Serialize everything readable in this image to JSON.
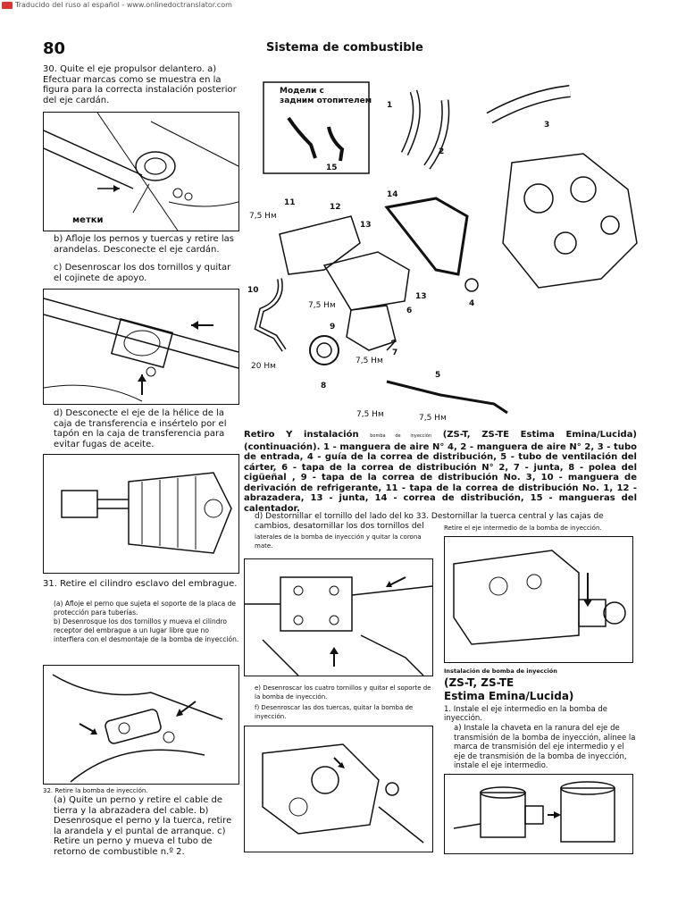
{
  "banner": {
    "text": "Traducido del ruso al español - www.onlinedoctranslator.com"
  },
  "header": {
    "page_number": "80",
    "title": "Sistema de combustible"
  },
  "left": {
    "s30_intro": "30. Quite el eje propulsor delantero. a) Efectuar marcas como se muestra en la figura para la correcta instalación posterior del eje cardán.",
    "fig1_label": "метки",
    "s30_b": "b) Afloje los pernos y tuercas y retire las arandelas. Desconecte el eje cardán.",
    "s30_c": "c) Desenroscar los dos tornillos y quitar el cojinete de apoyo.",
    "s30_d": "d) Desconecte el eje de la hélice de la caja de transferencia e insértelo por el tapón en la caja de transferencia para evitar fugas de aceite.",
    "s31_title": "31. Retire el cilindro esclavo del embrague.",
    "s31_a": "(a) Afloje el perno que sujeta el soporte de la placa de protección para tuberías.",
    "s31_b": "b) Desenrosque los dos tornillos y mueva el cilindro receptor del embrague a un lugar libre que no interfiera con el desmontaje de la bomba de inyección.",
    "s32_title": "32. Retire la bomba de inyección.",
    "s32_body": "(a) Quite un perno y retire el cable de tierra y la abrazadera del cable. b) Desenrosque el perno y la tuerca, retire la arandela y el puntal de arranque. c) Retire un perno y mueva el tubo de retorno de combustible n.º 2."
  },
  "main_fig": {
    "inset_label_line1": "Модели с",
    "inset_label_line2": "задним отопителем",
    "callouts": [
      "1",
      "2",
      "3",
      "4",
      "5",
      "6",
      "7",
      "8",
      "9",
      "10",
      "11",
      "12",
      "13",
      "13",
      "14",
      "15"
    ],
    "torques": [
      "7,5 Нм",
      "7,5 Нм",
      "7,5 Нм",
      "7,5 Нм",
      "7,5 Нм",
      "20 Нм"
    ]
  },
  "main_caption": {
    "lead": "Retiro Y instalación",
    "tiny": "bomba de inyección",
    "rest": "(ZS-T, ZS-TE Estima Emina/Lucida) (continuación). 1 - manguera de aire N° 4, 2 - manguera de aire N° 2, 3 - tubo de entrada, 4 - guía de la correa de distribución, 5 - tubo de ventilación del cárter, 6 - tapa de la correa de distribución N° 2, 7 - junta, 8 - polea del cigüeñal , 9 - tapa de la correa de distribución No. 3, 10 - manguera de derivación de refrigerante, 11 - tapa de la correa de distribución No. 1, 12 - abrazadera, 13 - junta, 14 - correa de distribución, 15 - mangueras del calentador."
  },
  "middle": {
    "s_d_line": "d) Destornillar el tornillo del lado del ko 33. Destornillar la tuerca central y las cajas de cambios, desatornillar los dos tornillos del",
    "s_d_small": "laterales de la bomba de inyección y quitar la corona mate.",
    "s_e": "e) Desenroscar los cuatro tornillos y quitar el soporte de la bomba de inyección.",
    "s_f": "f) Desenroscar las dos tuercas, quitar la bomba de inyección."
  },
  "right": {
    "s33_small": "Retire el eje intermedio de la bomba de inyección.",
    "install_small": "Instalación de bomba de inyección",
    "install_heading_1": "(ZS-T, ZS-TE",
    "install_heading_2": "Estima Emina/Lucida)",
    "step1": "1. Instale el eje intermedio en la bomba de inyección.",
    "step1a": "a) Instale la chaveta en la ranura del eje de transmisión de la bomba de inyección, alinee la marca de transmisión del eje intermedio y el eje de transmisión de la bomba de inyección, instale el eje intermedio."
  }
}
